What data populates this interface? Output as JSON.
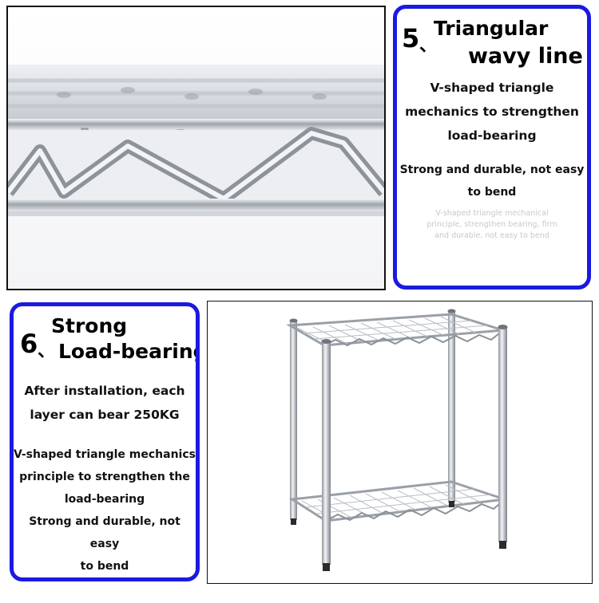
{
  "panels": {
    "triangular": {
      "number": "5",
      "separator": "、",
      "title_line1": "Triangular",
      "title_line2": "wavy line",
      "body_line1": "V-shaped triangle",
      "body_line2": "mechanics to strengthen",
      "body_line3": "load-bearing",
      "body_line4": "Strong and durable, not easy",
      "body_line5": "to bend",
      "faint_line1": "V-shaped triangle mechanical",
      "faint_line2": "principle, strengthen bearing, firm",
      "faint_line3": "and durable, not easy to bend"
    },
    "strong": {
      "number": "6",
      "separator": "、",
      "title_line1": "Strong",
      "title_line2": "Load-bearing",
      "body_line1": "After installation, each",
      "body_line2": "layer can bear 250KG",
      "body_line3": "V-shaped triangle mechanics",
      "body_line4": "principle to strengthen the",
      "body_line5": "load-bearing",
      "body_line6": "Strong and durable, not easy",
      "body_line7": "to bend"
    }
  },
  "colors": {
    "card_border": "#1a1ae0",
    "chrome": "#c9ccd1",
    "frame_border": "#111111"
  }
}
